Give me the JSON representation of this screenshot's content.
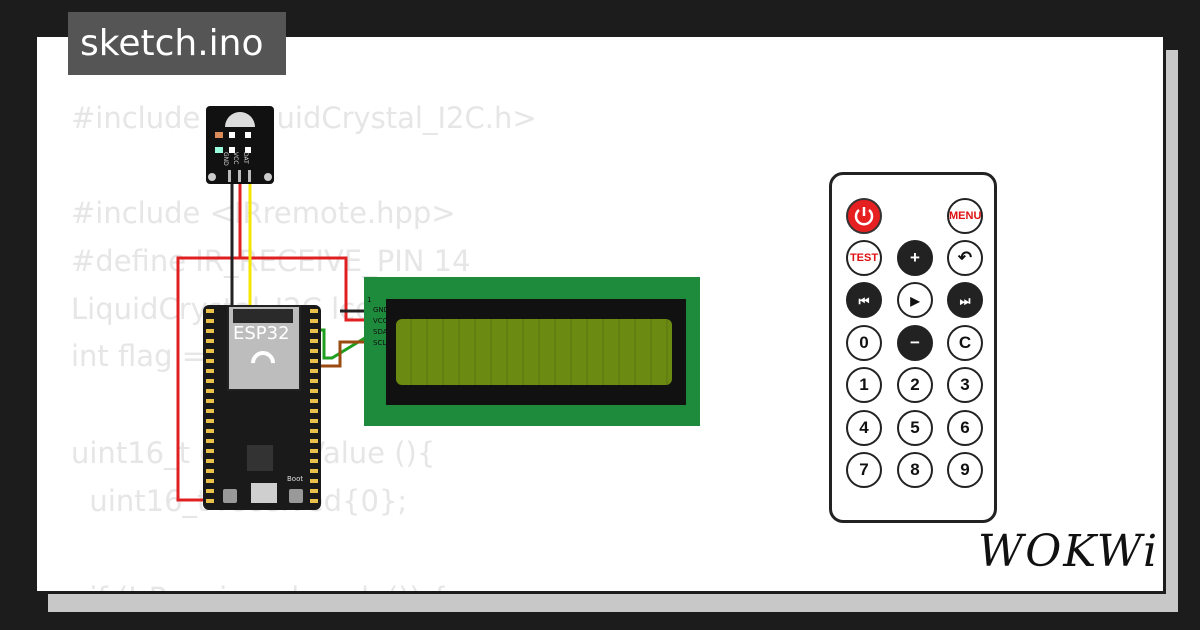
{
  "file_tab": {
    "label": "sketch.ino"
  },
  "code_lines": [
    "#include <LiquidCrystal_I2C.h>",
    "",
    "#include <IRremote.hpp>",
    "#define IR_RECEIVE_PIN 14",
    "LiquidCrystal_I2C lcd(0x27, 16, 2);",
    "int flag = 0;",
    "",
    "",
    "uint16_t decodeValue (){",
    "  uint16_t received{0};",
    "",
    "  if (IrReceiver.decode()) {"
  ],
  "ir_receiver": {
    "pins": [
      "GND",
      "VCC",
      "DAT"
    ]
  },
  "esp32": {
    "label": "ESP32",
    "boot_label": "Boot"
  },
  "lcd": {
    "pins": [
      "GND",
      "VCC",
      "SDA",
      "SCL"
    ],
    "pin1_label": "1"
  },
  "remote": {
    "buttons": {
      "power": "power-icon",
      "menu": "MENU",
      "test": "TEST",
      "plus": "plus-icon",
      "back": "back-icon",
      "prev": "prev-icon",
      "play": "play-icon",
      "next": "next-icon",
      "zero": "0",
      "minus": "minus-icon",
      "clear": "C",
      "one": "1",
      "two": "2",
      "three": "3",
      "four": "4",
      "five": "5",
      "six": "6",
      "seven": "7",
      "eight": "8",
      "nine": "9"
    }
  },
  "brand": {
    "logo_text": "WOKWi"
  },
  "colors": {
    "lcd_board": "#1e8a3c",
    "lcd_screen": "#6b8a12",
    "wire_red": "#e02020",
    "wire_yellow": "#f5e600",
    "wire_green": "#1f9e1f",
    "wire_brown": "#9b4a10"
  }
}
